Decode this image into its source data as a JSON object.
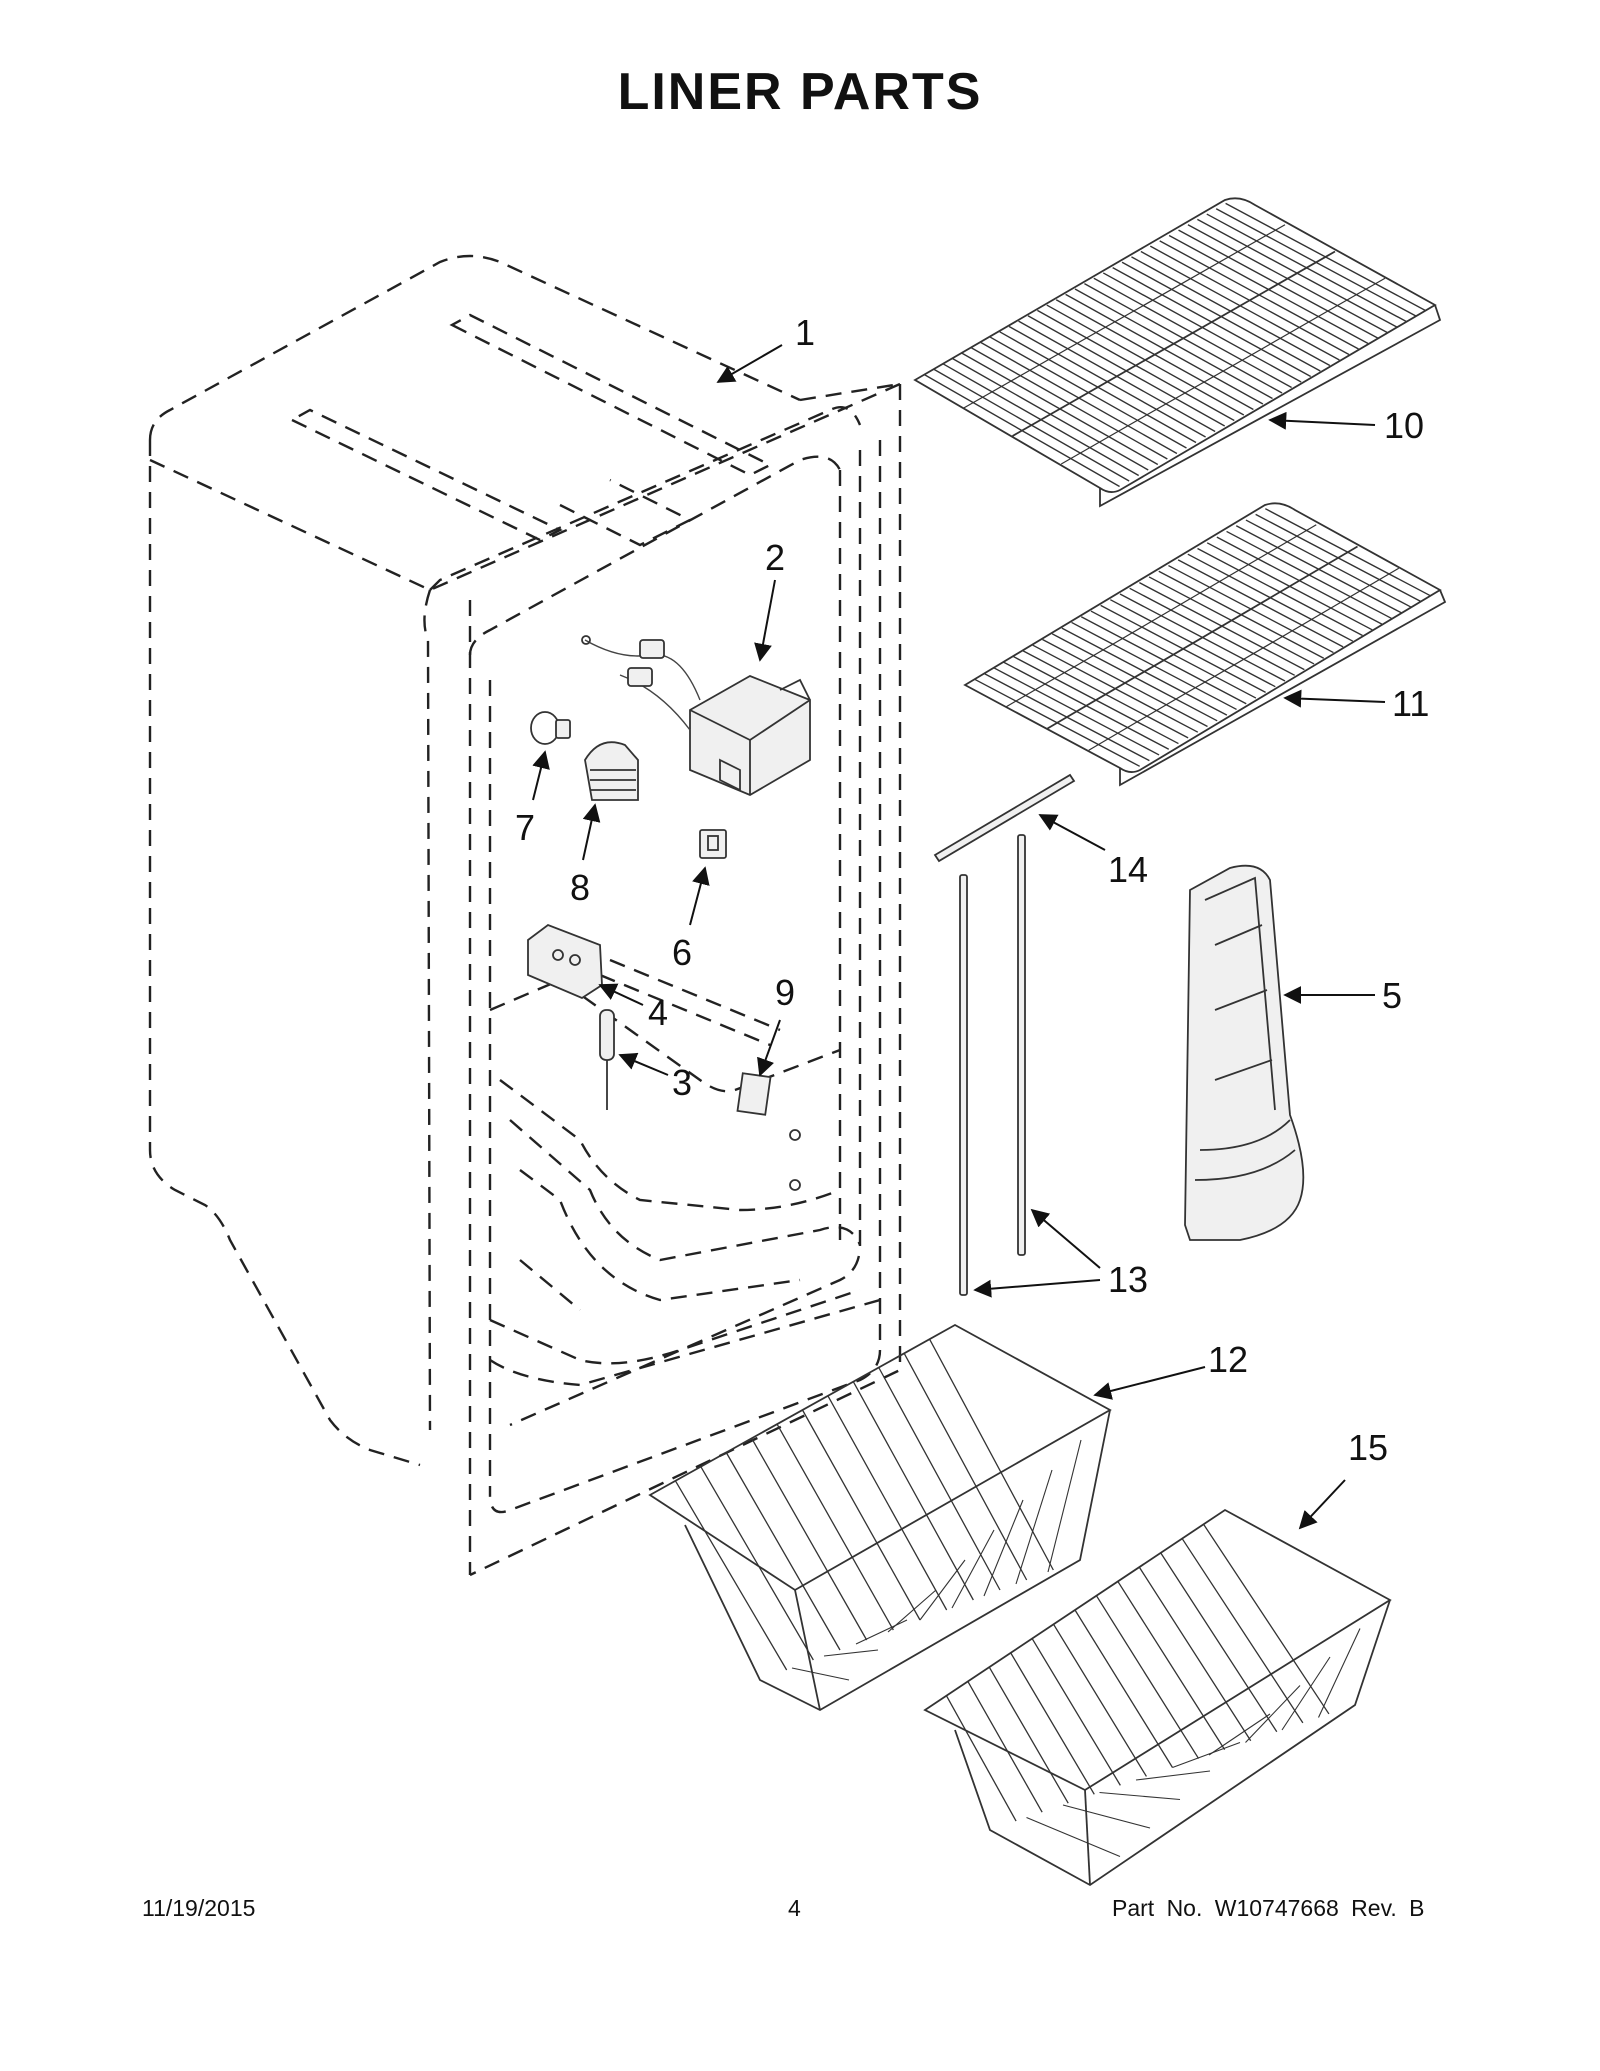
{
  "title": "LINER PARTS",
  "callouts": {
    "c1": "1",
    "c2": "2",
    "c3": "3",
    "c4": "4",
    "c5": "5",
    "c6": "6",
    "c7": "7",
    "c8": "8",
    "c9": "9",
    "c10": "10",
    "c11": "11",
    "c12": "12",
    "c13": "13",
    "c14": "14",
    "c15": "15"
  },
  "footer": {
    "date": "11/19/2015",
    "page": "4",
    "part_no": "Part No.  W10747668  Rev.  B"
  }
}
